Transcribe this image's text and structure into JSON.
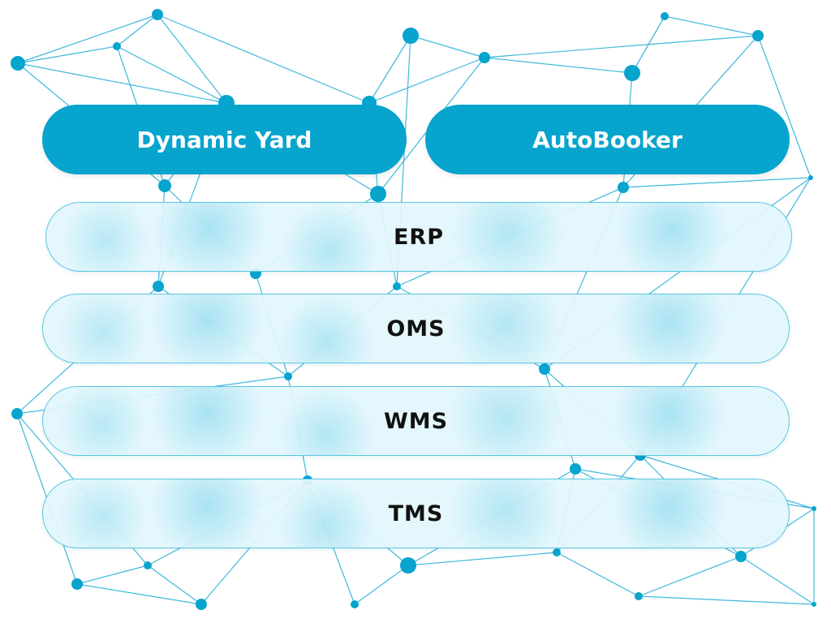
{
  "colors": {
    "accent": "#07a4ce",
    "network": "#3fb9dc",
    "layer_border": "#5ac6e2"
  },
  "top_modules": [
    {
      "label": "Dynamic Yard"
    },
    {
      "label": "AutoBooker"
    }
  ],
  "layers": [
    {
      "label": "ERP"
    },
    {
      "label": "OMS"
    },
    {
      "label": "WMS"
    },
    {
      "label": "TMS"
    }
  ]
}
